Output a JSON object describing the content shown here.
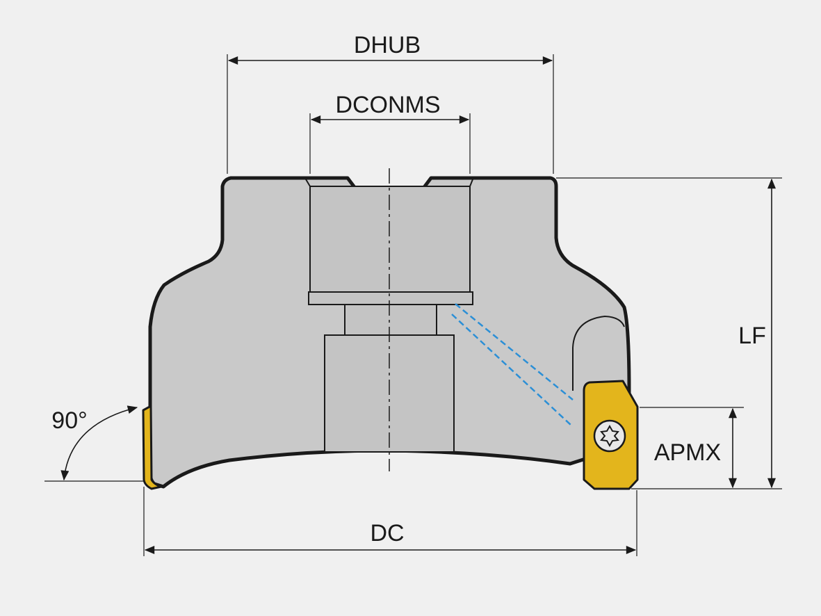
{
  "labels": {
    "dhub": "DHUB",
    "dconms": "DCONMS",
    "lf": "LF",
    "apmx": "APMX",
    "dc": "DC",
    "angle": "90°"
  },
  "colors": {
    "background": "#f0f0f0",
    "body": "#c9c9c9",
    "insert": "#e3b51c",
    "coolant": "#2b8fd6",
    "line": "#1a1a1a"
  },
  "icons": {
    "screw": "torx-screw-icon"
  }
}
